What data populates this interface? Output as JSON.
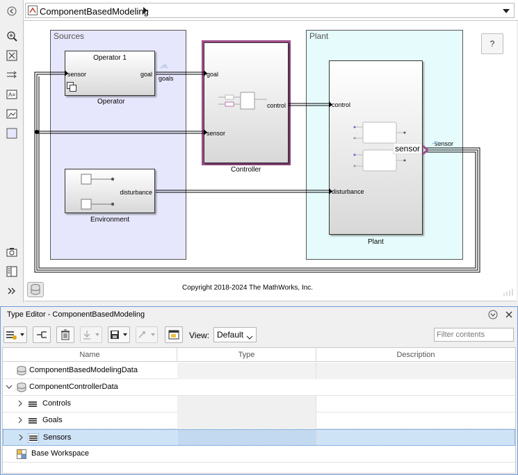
{
  "breadcrumb": {
    "path": "ComponentBasedModeling"
  },
  "left_toolbar": {
    "icons": [
      "zoom-in-icon",
      "fit-to-view-icon",
      "route-lines-icon",
      "annotation-icon",
      "image-icon",
      "area-icon",
      "camera-icon",
      "model-browser-icon",
      "expand-icon"
    ]
  },
  "diagram": {
    "areas": {
      "sources": "Sources",
      "plant": "Plant"
    },
    "blocks": {
      "operator": {
        "title": "Operator 1",
        "name": "Operator",
        "in_port": "sensor",
        "out_port": "goal",
        "signal": "goals"
      },
      "controller": {
        "name": "Controller",
        "in_goal": "goal",
        "in_sensor": "sensor",
        "out_port": "control"
      },
      "environment": {
        "name": "Environment",
        "out_port": "disturbance"
      },
      "plant": {
        "name": "Plant",
        "in_control": "control",
        "in_disturbance": "disturbance",
        "out_port": "sensor",
        "signal": "sensor"
      }
    },
    "help_label": "?",
    "copyright": "Copyright 2018-2024 The MathWorks, Inc."
  },
  "type_editor": {
    "title": "Type Editor - ComponentBasedModeling",
    "view_label": "View:",
    "view_value": "Default",
    "filter_placeholder": "Filter contents",
    "columns": [
      "Name",
      "Type",
      "Description"
    ],
    "rows": [
      {
        "name": "ComponentBasedModelingData",
        "icon": "data-dictionary-icon",
        "expander": "",
        "selected": false
      },
      {
        "name": "ComponentControllerData",
        "icon": "data-dictionary-icon",
        "expander": "expanded",
        "selected": false
      },
      {
        "name": "Controls",
        "icon": "bus-icon",
        "expander": "collapsed",
        "selected": false
      },
      {
        "name": "Goals",
        "icon": "bus-icon",
        "expander": "collapsed",
        "selected": false
      },
      {
        "name": "Sensors",
        "icon": "bus-icon",
        "expander": "collapsed",
        "selected": true
      },
      {
        "name": "Base Workspace",
        "icon": "workspace-icon",
        "expander": "",
        "selected": false
      }
    ]
  },
  "colors": {
    "sources_area": "#e6e6fc",
    "plant_area": "#e6fcfc",
    "selection": "#cfe3f7",
    "controller_border": "#a04c8a",
    "accent": "#4a84c8"
  }
}
